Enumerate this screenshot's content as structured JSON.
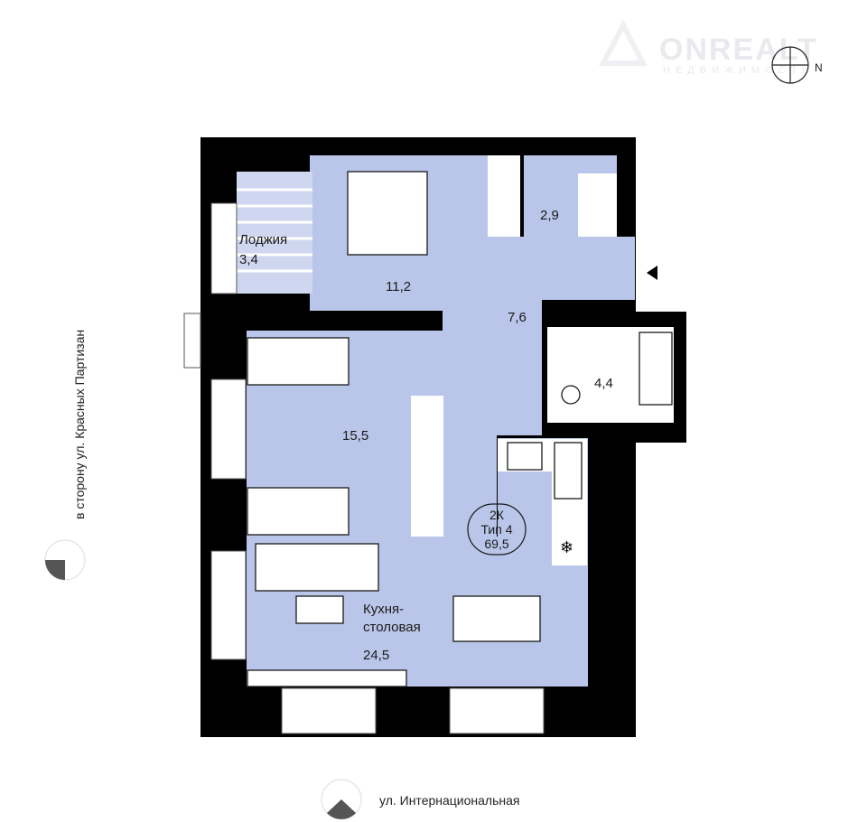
{
  "brand": {
    "name": "ONREALT",
    "tagline": "НЕДВИЖИМОСТЬ"
  },
  "compass": {
    "north_label": "N"
  },
  "streets": {
    "side": "в сторону ул. Красных Партизан",
    "bottom": "ул. Интернациональная"
  },
  "apartment": {
    "rooms": "2К",
    "type": "Тип 4",
    "area": "69,5"
  },
  "rooms": {
    "loggia_name": "Лоджия",
    "loggia_area": "3,4",
    "bedroom_area": "11,2",
    "wardrobe_area": "2,9",
    "hall_area": "7,6",
    "bathroom_area": "4,4",
    "room_area": "15,5",
    "kitchen_name_1": "Кухня-",
    "kitchen_name_2": "столовая",
    "kitchen_area": "24,5"
  },
  "colors": {
    "floor": "#b9c6e9",
    "wall": "#000000",
    "loggia": "#cfd6ef"
  }
}
